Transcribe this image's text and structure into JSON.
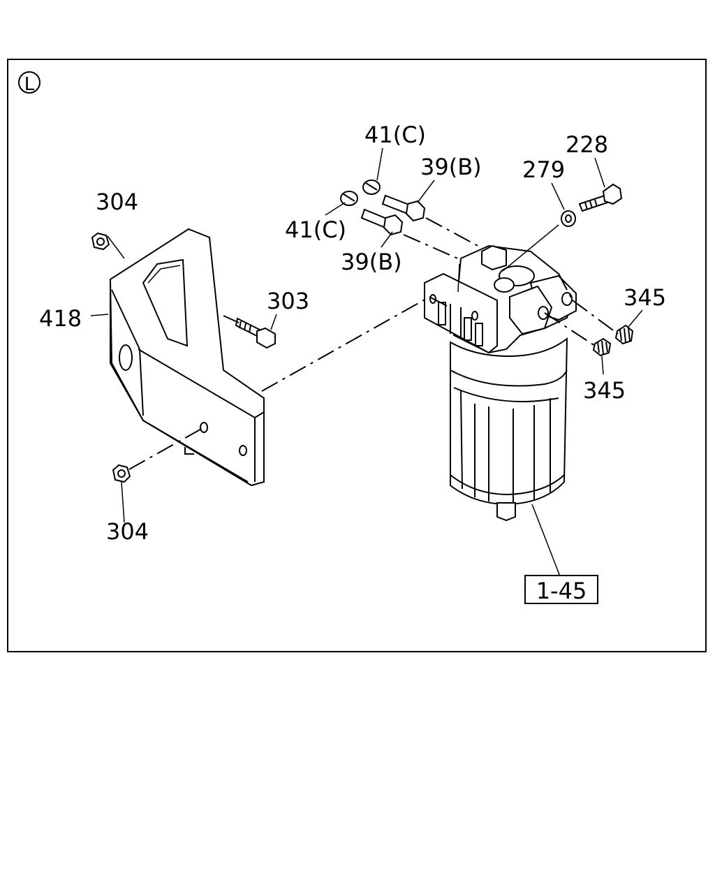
{
  "view_marker": "L",
  "callouts": {
    "c304_top": "304",
    "c418": "418",
    "c303": "303",
    "c304_bottom": "304",
    "c41c_top": "41(C)",
    "c41c_mid": "41(C)",
    "c39b_top": "39(B)",
    "c39b_mid": "39(B)",
    "c279": "279",
    "c228": "228",
    "c345_right": "345",
    "c345_lower": "345",
    "c1_45": "1-45"
  }
}
